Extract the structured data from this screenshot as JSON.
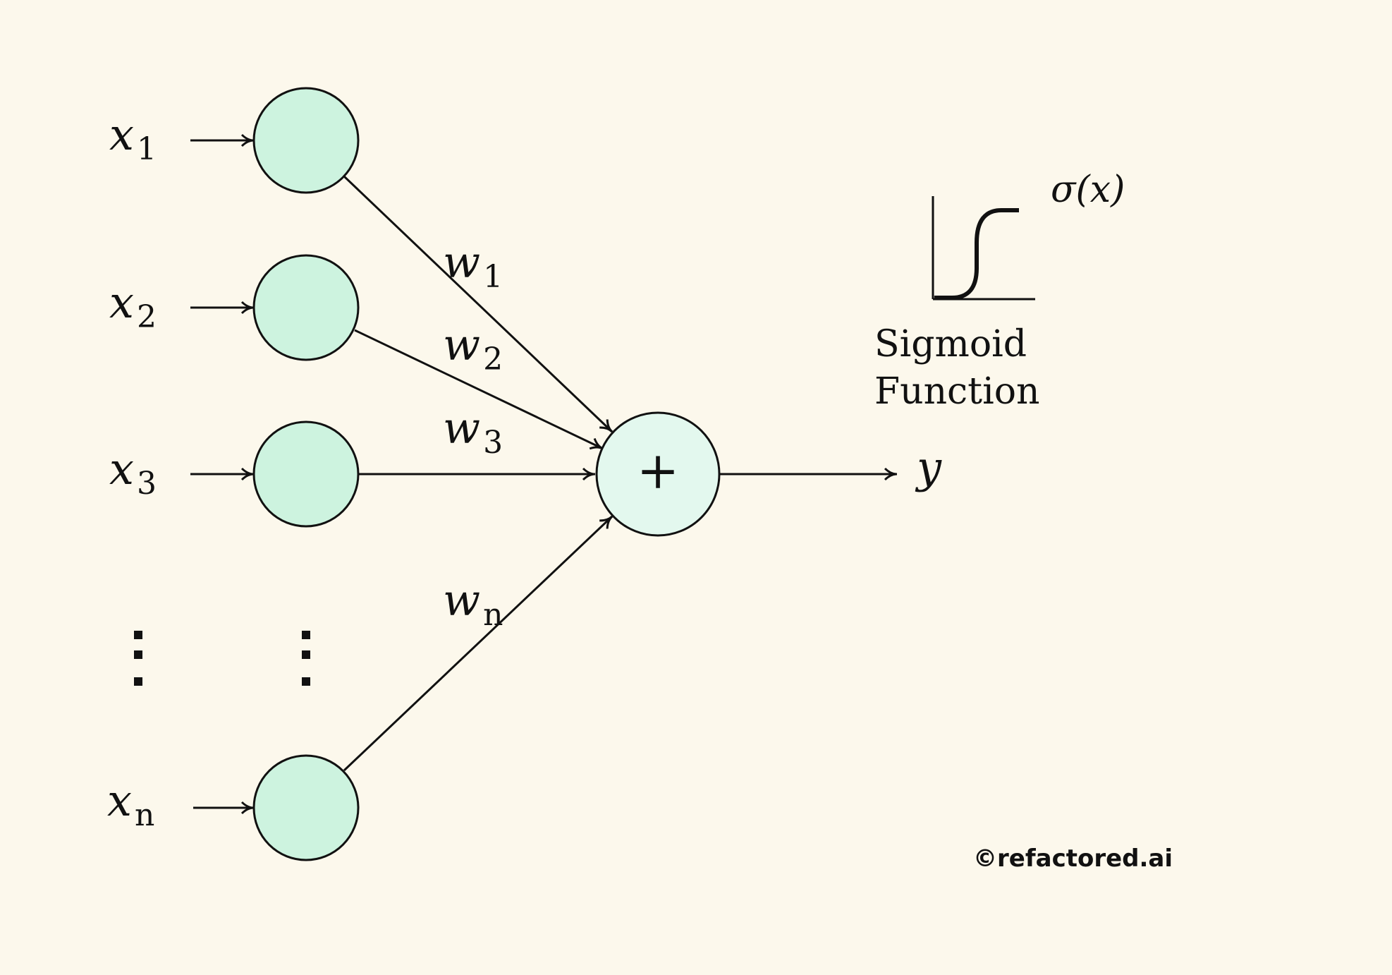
{
  "inputs": [
    {
      "var": "x",
      "sub": "1"
    },
    {
      "var": "x",
      "sub": "2"
    },
    {
      "var": "x",
      "sub": "3"
    },
    {
      "var": "x",
      "sub": "n"
    }
  ],
  "weights": [
    {
      "var": "w",
      "sub": "1"
    },
    {
      "var": "w",
      "sub": "2"
    },
    {
      "var": "w",
      "sub": "3"
    },
    {
      "var": "w",
      "sub": "n"
    }
  ],
  "ellipsis": "⋮",
  "sum_symbol": "+",
  "output": {
    "var": "y"
  },
  "activation": {
    "formula": "σ(x)",
    "caption_line1": "Sigmoid",
    "caption_line2": "Function"
  },
  "credit": "©refactored.ai",
  "colors": {
    "background": "#fcf8ec",
    "input_node_fill": "#cdf3df",
    "sum_node_fill": "#e3f8ee",
    "stroke": "#111111"
  }
}
